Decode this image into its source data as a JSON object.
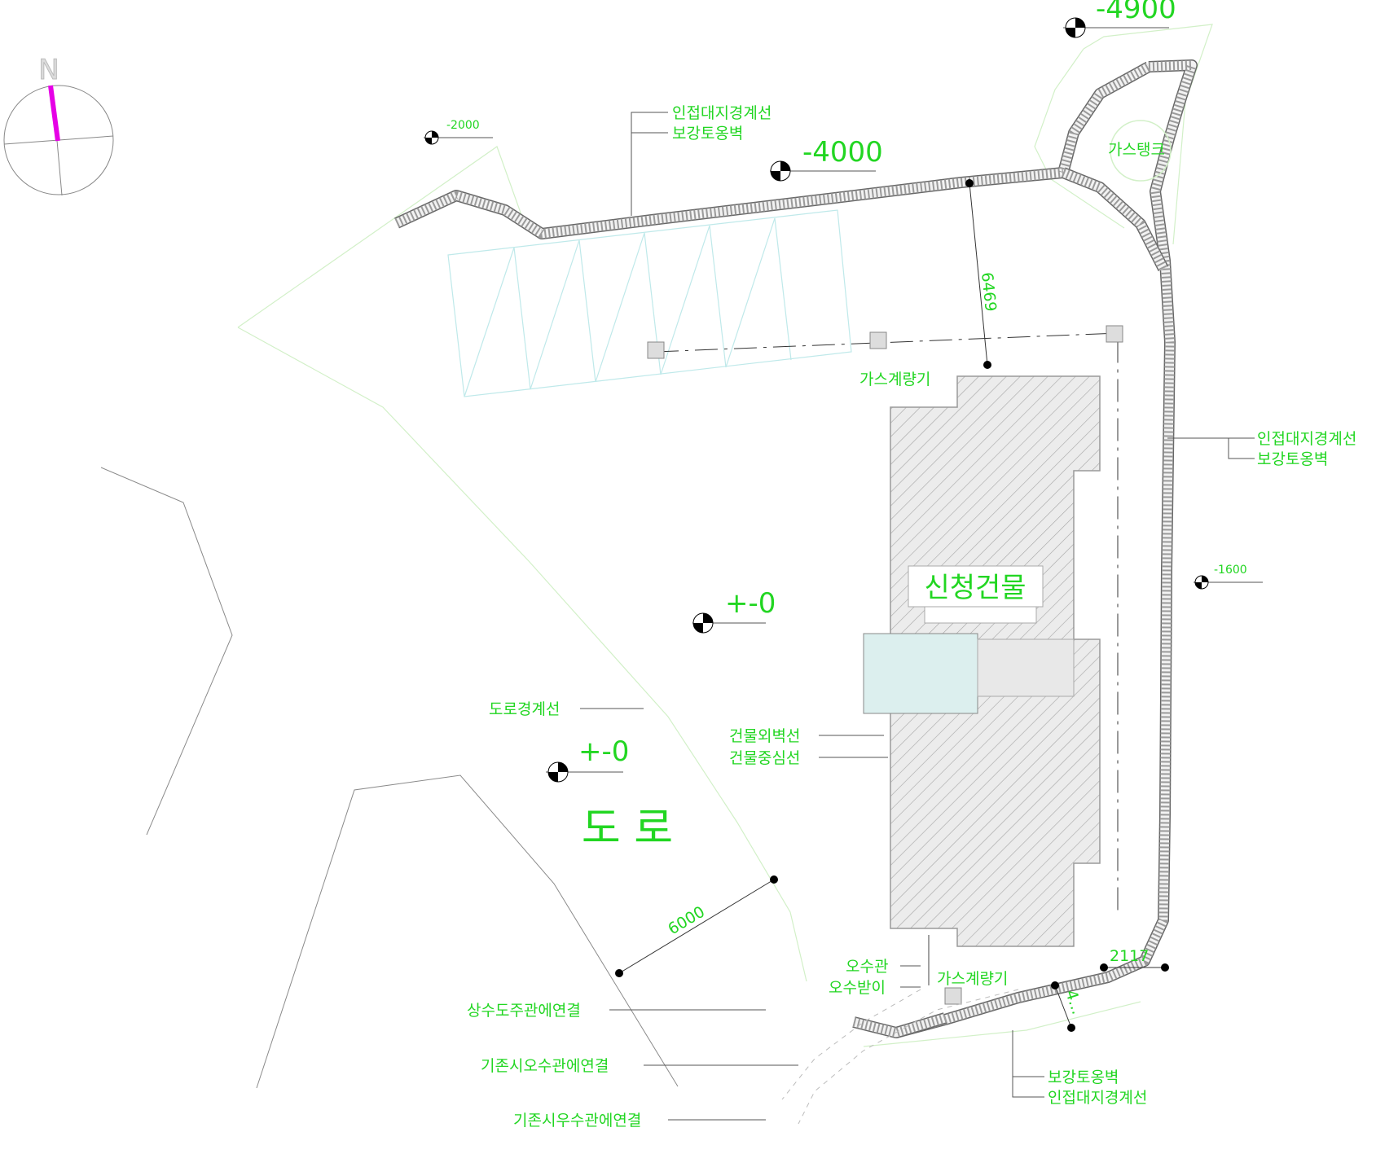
{
  "north_arrow": {
    "letter": "N"
  },
  "site_labels": {
    "building": "신청건물",
    "road": "도 로",
    "gas_tank": "가스탱크",
    "gas_meter_top": "가스계량기",
    "gas_meter_bottom": "가스계량기"
  },
  "levels": {
    "top_right": "-4900",
    "top_left": "-2000",
    "top_mid": "-4000",
    "right": "-1600",
    "center": "+-0",
    "road": "+-0"
  },
  "dimensions": {
    "north_setback": "6469",
    "road_width": "6000",
    "east_setback": "2117",
    "south_setback": "4..."
  },
  "callouts": {
    "north_wall_line1": "인접대지경계선",
    "north_wall_line2": "보강토옹벽",
    "east_wall_line1": "인접대지경계선",
    "east_wall_line2": "보강토옹벽",
    "south_wall_line1": "보강토옹벽",
    "south_wall_line2": "인접대지경계선",
    "road_boundary": "도로경계선",
    "building_wall": "건물외벽선",
    "building_center": "건물중심선",
    "sewer_pipe": "오수관",
    "sewer_basin": "오수받이",
    "water_main": "상수도주관에연결",
    "city_sewer": "기존시오수관에연결",
    "city_storm": "기존시우수관에연결"
  },
  "colors": {
    "label_green": "#22d622",
    "north_arrow": "#e600e6",
    "parking": "#bfe9ea",
    "road_boundary": "#d2f0c8"
  }
}
